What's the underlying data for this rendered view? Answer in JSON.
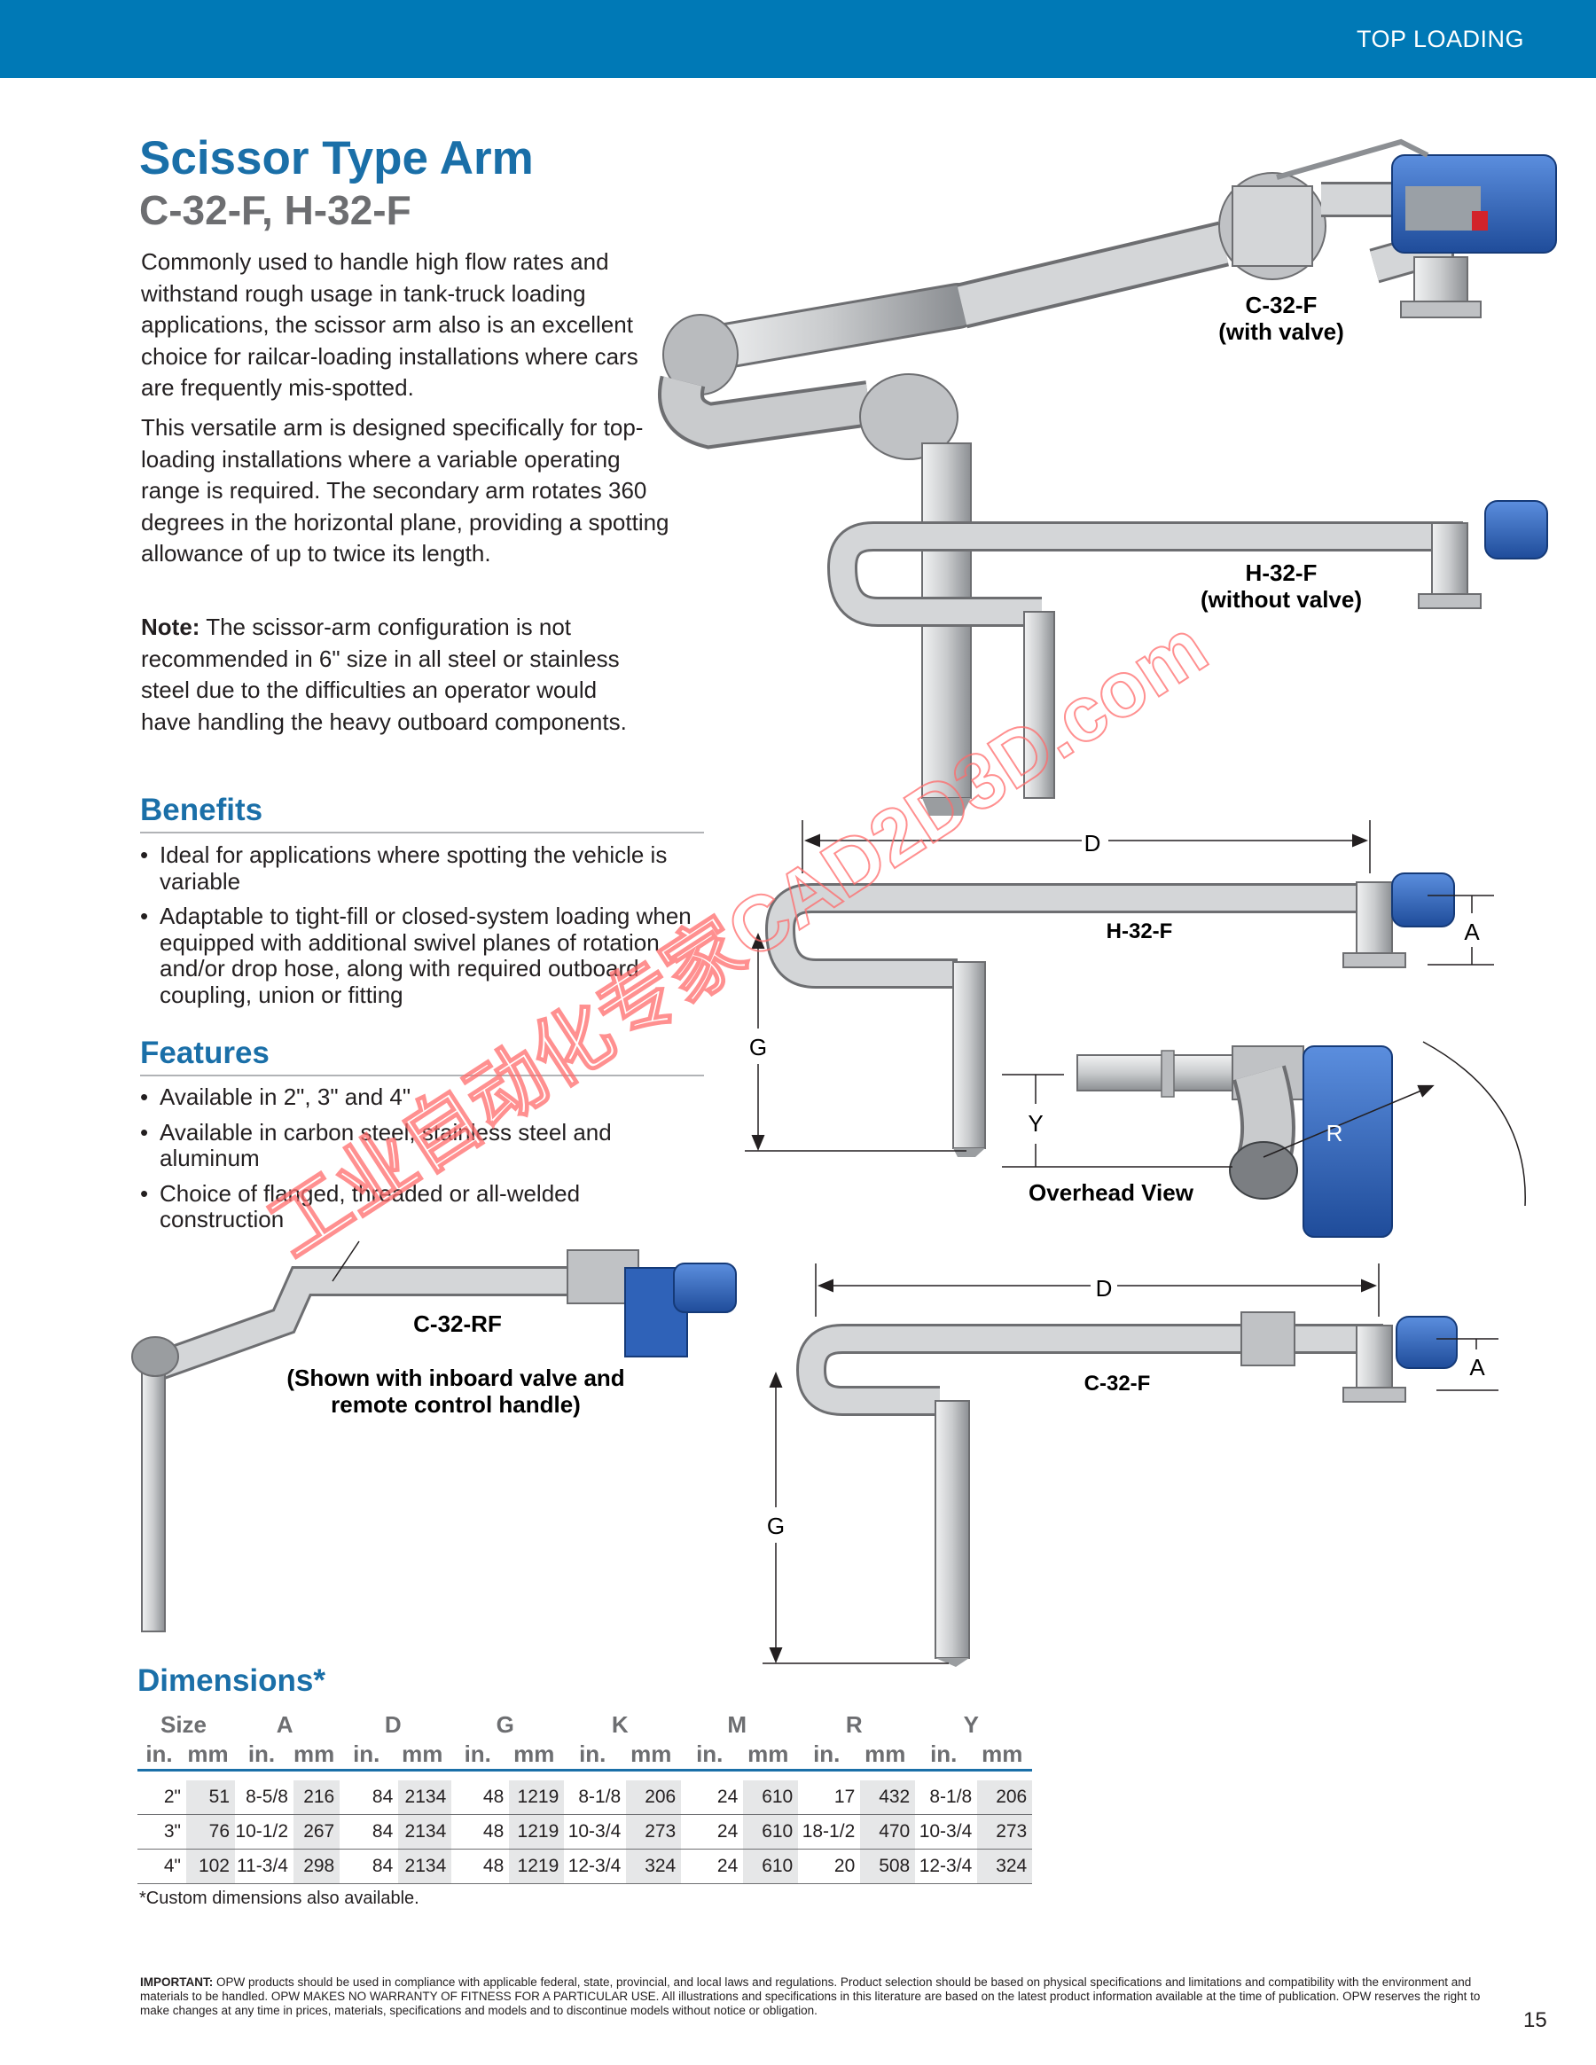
{
  "header": {
    "section_label": "TOP LOADING",
    "bar_color": "#0079b6"
  },
  "title": "Scissor Type Arm",
  "subtitle": "C-32-F, H-32-F",
  "intro": [
    "Commonly used to handle high flow rates and withstand rough usage in tank-truck loading applications, the scissor arm also is an excellent choice for railcar-loading installations where cars are frequently mis-spotted.",
    "This versatile arm is designed specifically for top-loading installations where a variable operating range is required. The secondary arm rotates 360 degrees in the horizontal plane, providing a spotting allowance of up to twice its length."
  ],
  "note": {
    "label": "Note:",
    "text": " The scissor-arm configuration is not recommended in 6\" size in all steel or stainless steel due to the difficulties an operator would have handling the heavy outboard components."
  },
  "benefits": {
    "heading": "Benefits",
    "items": [
      "Ideal for applications where spotting the vehicle is variable",
      "Adaptable to tight-fill or closed-system loading when equipped with additional swivel planes of rotation and/or drop hose, along with required outboard coupling, union or fitting"
    ]
  },
  "features": {
    "heading": "Features",
    "items": [
      "Available in 2\", 3\" and 4\"",
      "Available in carbon steel, stainless steel and aluminum",
      "Choice of flanged, threaded or all-welded construction"
    ]
  },
  "bullet_glyph": "•",
  "figures": {
    "c32f_top": {
      "line1": "C-32-F",
      "line2": "(with valve)"
    },
    "h32f_top": {
      "line1": "H-32-F",
      "line2": "(without valve)"
    },
    "h32f_dim": {
      "label": "H-32-F",
      "dim_d": "D",
      "dim_a": "A",
      "dim_g": "G"
    },
    "overhead": {
      "caption": "Overhead View",
      "dim_y": "Y",
      "dim_r": "R"
    },
    "c32rf": {
      "label": "C-32-RF",
      "line1": "(Shown with inboard valve and",
      "line2": "remote control handle)"
    },
    "c32f_dim": {
      "label": "C-32-F",
      "dim_d": "D",
      "dim_a": "A",
      "dim_g": "G"
    },
    "watermark": "工业自动化专家CAD2D3D.com",
    "colors": {
      "pipe": "#c9cbcd",
      "valve_box": "#2f62b8",
      "watermark": "#ff6b6b"
    }
  },
  "dimensions": {
    "heading": "Dimensions*",
    "groups": [
      "Size",
      "A",
      "D",
      "G",
      "K",
      "M",
      "R",
      "Y"
    ],
    "subheaders": [
      "in.",
      "mm",
      "in.",
      "mm",
      "in.",
      "mm",
      "in.",
      "mm",
      "in.",
      "mm",
      "in.",
      "mm",
      "in.",
      "mm",
      "in.",
      "mm"
    ],
    "rows": [
      [
        "2\"",
        "51",
        "8-5/8",
        "216",
        "84",
        "2134",
        "48",
        "1219",
        "8-1/8",
        "206",
        "24",
        "610",
        "17",
        "432",
        "8-1/8",
        "206"
      ],
      [
        "3\"",
        "76",
        "10-1/2",
        "267",
        "84",
        "2134",
        "48",
        "1219",
        "10-3/4",
        "273",
        "24",
        "610",
        "18-1/2",
        "470",
        "10-3/4",
        "273"
      ],
      [
        "4\"",
        "102",
        "11-3/4",
        "298",
        "84",
        "2134",
        "48",
        "1219",
        "12-3/4",
        "324",
        "24",
        "610",
        "20",
        "508",
        "12-3/4",
        "324"
      ]
    ],
    "footnote": "*Custom dimensions also available."
  },
  "disclaimer": {
    "label": "IMPORTANT:",
    "text": "  OPW products should be used in compliance with applicable federal, state, provincial, and local laws and regulations. Product selection should be based on physical specifications and limitations and compatibility with the environment and materials to be handled. OPW MAKES NO WARRANTY OF FITNESS FOR A PARTICULAR USE. All illustrations and specifications in this literature are based on the latest product information available at the time of publication. OPW reserves the right to make changes at any time in prices, materials, specifications and models and to discontinue models without notice or obligation."
  },
  "page_number": "15"
}
